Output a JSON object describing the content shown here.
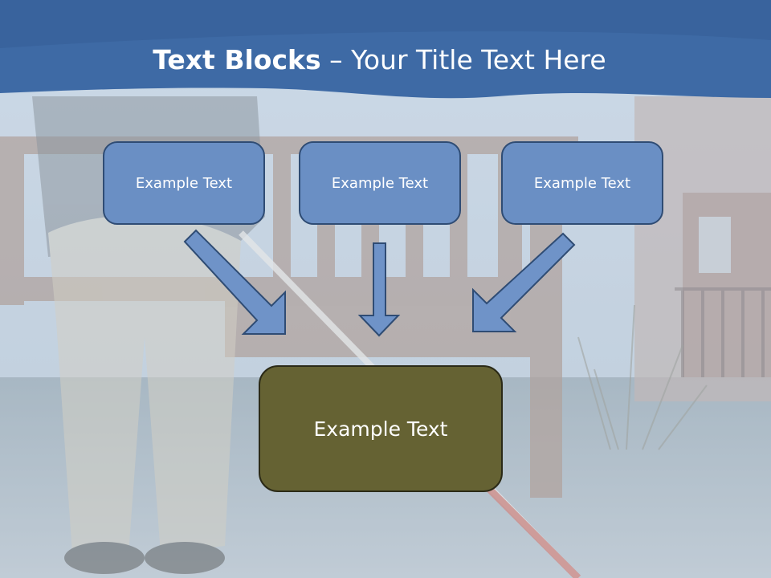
{
  "title": {
    "bold": "Text Blocks",
    "rest": " – Your Title Text Here"
  },
  "boxes": [
    {
      "label": "Example Text"
    },
    {
      "label": "Example Text"
    },
    {
      "label": "Example Text"
    }
  ],
  "main_box": {
    "label": "Example Text"
  },
  "colors": {
    "header": "#3e6aa5",
    "box_fill": "#6a8fc4",
    "box_border": "#2f4c74",
    "main_fill": "#656233",
    "arrow_fill": "#6f93c8"
  },
  "icons": [
    "arrow-down-right-icon",
    "arrow-down-icon",
    "arrow-down-left-icon"
  ]
}
